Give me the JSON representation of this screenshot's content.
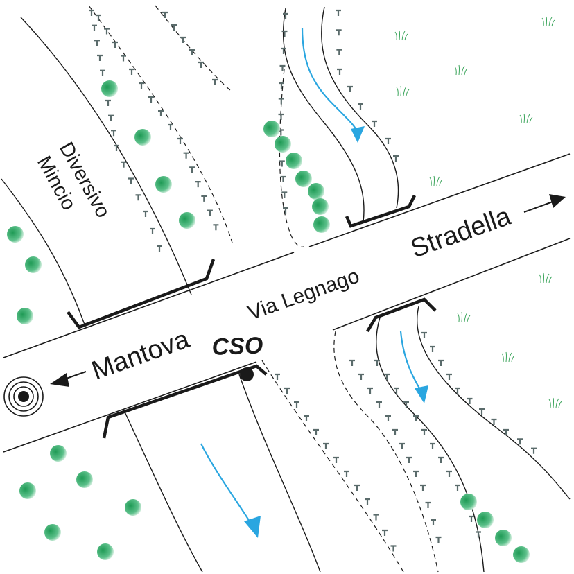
{
  "labels": {
    "diversivo": [
      "Diversivo",
      "Mincio"
    ],
    "via_legnago": "Via Legnago",
    "stradella": "Stradella",
    "mantova": "Mantova",
    "cso": "CSO"
  },
  "colors": {
    "water_flow": "#2aa6e0",
    "tree": "#1f9a55",
    "embankment_tick": "#5a6b6b",
    "grass": "#3aa45a",
    "line": "#1a1a1a"
  },
  "icons": {
    "city_marker": "concentric-circles",
    "cso_point": "filled-dot",
    "direction": "arrow"
  }
}
